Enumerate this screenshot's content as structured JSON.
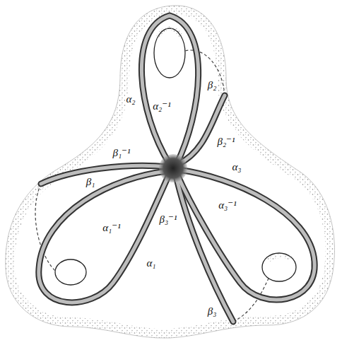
{
  "diagram": {
    "labels": [
      "α₂",
      "α₂⁻¹",
      "β₂",
      "β₂⁻¹",
      "β₁⁻¹",
      "β₁",
      "α₃",
      "α₃⁻¹",
      "α₁⁻¹",
      "α₁",
      "β₃⁻¹",
      "β₃"
    ]
  }
}
